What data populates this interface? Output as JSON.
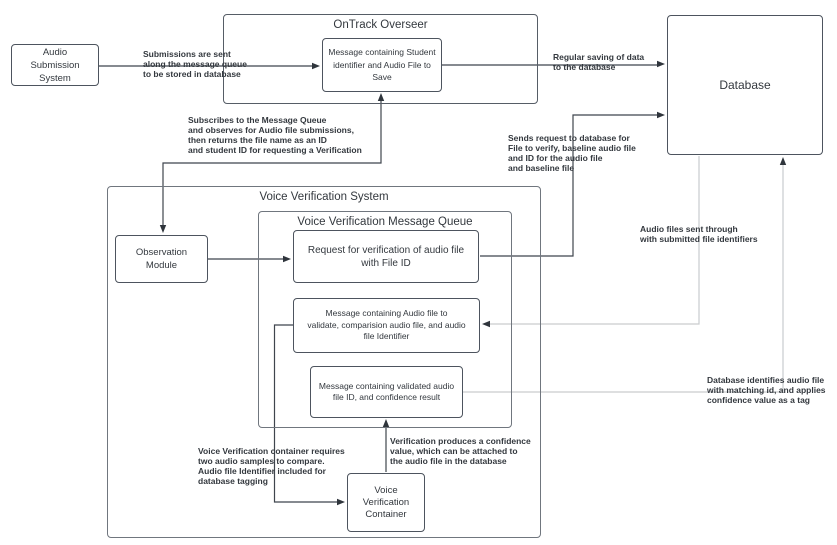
{
  "colors": {
    "background": "#ffffff",
    "node_border": "#4d545e",
    "container_border": "#70767e",
    "edge_dark": "#3f454d",
    "edge_light": "#c9ccce",
    "arrowhead": "#2f353c",
    "text": "#33383e"
  },
  "nodes": {
    "audio_submission": {
      "label": "Audio\nSubmission\nSystem"
    },
    "ontrack_overseer": {
      "title": "OnTrack Overseer"
    },
    "message_student": {
      "label": "Message containing Student\nidentifier and Audio File to\nSave"
    },
    "database": {
      "label": "Database"
    },
    "voice_verification_system": {
      "title": "Voice Verification System"
    },
    "voice_verification_message_queue": {
      "title": "Voice Verification Message Queue"
    },
    "observation_module": {
      "label": "Observation\nModule"
    },
    "request_verification": {
      "label": "Request for verification of audio file\nwith File ID"
    },
    "message_validate": {
      "label": "Message containing Audio file to\nvalidate, comparision audio file, and audio\nfile Identifier"
    },
    "message_validated": {
      "label": "Message containing validated audio\nfile ID, and confidence result"
    },
    "voice_verification_container": {
      "label": "Voice\nVerification\nContainer"
    }
  },
  "edge_labels": {
    "submissions": "Submissions are sent\nalong the message queue\nto be stored in database",
    "subscribes": "Subscribes to the Message Queue\nand observes for Audio file submissions,\nthen returns the file name as an ID\nand student ID for requesting a Verification",
    "regular_saving": "Regular saving of data\nto the database",
    "sends_request": "Sends request to database for\nFile to verify, baseline audio file\nand ID for the audio file\nand baseline file",
    "audio_files_sent": "Audio files sent through\nwith submitted file identifiers",
    "database_identifies": "Database identifies audio file\nwith matching id, and applies\nconfidence value as a tag",
    "vvc_requires": "Voice Verification container requires\ntwo audio samples to compare.\nAudio file Identifier included for\ndatabase tagging",
    "verification_produces": "Verification produces a confidence\nvalue, which can be attached to\nthe audio file in the database"
  }
}
